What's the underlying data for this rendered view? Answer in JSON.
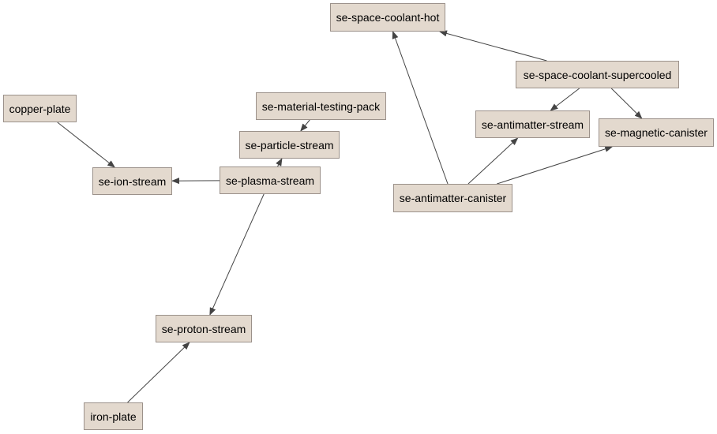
{
  "colors": {
    "node_fill": "#e3d9ce",
    "node_border": "#9b918a",
    "edge": "#444444",
    "text": "#000000",
    "background": "#ffffff"
  },
  "nodes": {
    "copper_plate": "copper-plate",
    "se_ion_stream": "se-ion-stream",
    "se_material_testing_pack": "se-material-testing-pack",
    "se_particle_stream": "se-particle-stream",
    "se_plasma_stream": "se-plasma-stream",
    "se_proton_stream": "se-proton-stream",
    "iron_plate": "iron-plate",
    "se_space_coolant_hot": "se-space-coolant-hot",
    "se_space_coolant_supercooled": "se-space-coolant-supercooled",
    "se_antimatter_stream": "se-antimatter-stream",
    "se_magnetic_canister": "se-magnetic-canister",
    "se_antimatter_canister": "se-antimatter-canister"
  },
  "edges": [
    {
      "from": "copper_plate",
      "to": "se_ion_stream"
    },
    {
      "from": "se_plasma_stream",
      "to": "se_ion_stream"
    },
    {
      "from": "se_material_testing_pack",
      "to": "se_particle_stream"
    },
    {
      "from": "se_plasma_stream",
      "to": "se_particle_stream"
    },
    {
      "from": "se_plasma_stream",
      "to": "se_proton_stream"
    },
    {
      "from": "iron_plate",
      "to": "se_proton_stream"
    },
    {
      "from": "se_space_coolant_supercooled",
      "to": "se_space_coolant_hot"
    },
    {
      "from": "se_antimatter_canister",
      "to": "se_space_coolant_hot"
    },
    {
      "from": "se_space_coolant_supercooled",
      "to": "se_antimatter_stream"
    },
    {
      "from": "se_space_coolant_supercooled",
      "to": "se_magnetic_canister"
    },
    {
      "from": "se_antimatter_canister",
      "to": "se_antimatter_stream"
    },
    {
      "from": "se_antimatter_canister",
      "to": "se_magnetic_canister"
    }
  ]
}
